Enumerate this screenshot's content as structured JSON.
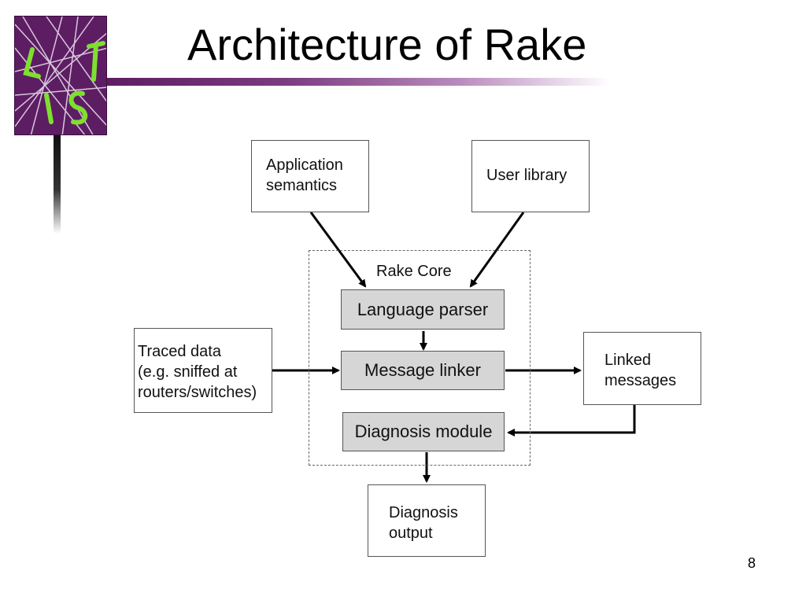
{
  "slide": {
    "title": "Architecture of Rake",
    "page_number": "8"
  },
  "logo": {
    "letters": "LIST",
    "background": "#5d1d63",
    "accent": "#7ee02e"
  },
  "diagram": {
    "application_semantics": [
      "Application",
      "semantics"
    ],
    "user_library": "User library",
    "rake_core_label": "Rake Core",
    "language_parser": "Language parser",
    "message_linker": "Message linker",
    "diagnosis_module": "Diagnosis module",
    "traced_data": [
      "Traced data",
      "(e.g. sniffed at",
      "routers/switches)"
    ],
    "linked_messages": [
      "Linked",
      "messages"
    ],
    "diagnosis_output": [
      "Diagnosis",
      "output"
    ]
  }
}
